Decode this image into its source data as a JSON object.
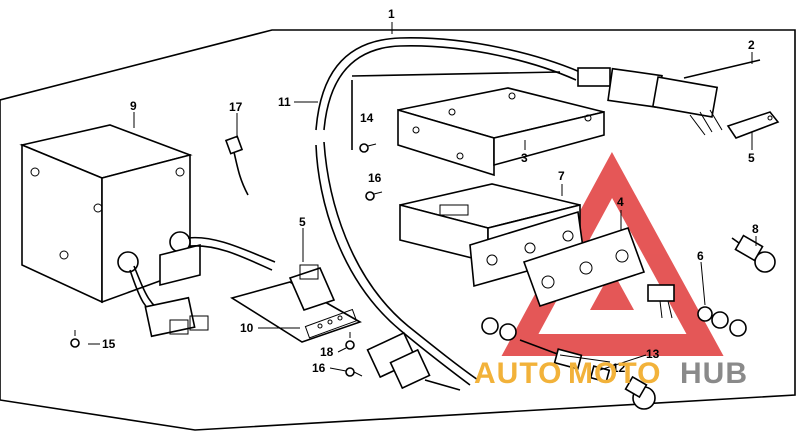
{
  "callouts": {
    "n1": "1",
    "n2": "2",
    "n3": "3",
    "n4": "4",
    "n5a": "5",
    "n5b": "5",
    "n6": "6",
    "n7": "7",
    "n8": "8",
    "n9": "9",
    "n10": "10",
    "n11": "11",
    "n12": "12",
    "n13": "13",
    "n14": "14",
    "n15": "15",
    "n16a": "16",
    "n16b": "16",
    "n17": "17",
    "n18": "18"
  },
  "watermark": {
    "part1": "AUTO",
    "part2": "MOTO",
    "part3": "HUB",
    "colors": {
      "red": "#e03a3a",
      "orange": "#f2b23a",
      "gray": "#8a8a8a"
    }
  }
}
